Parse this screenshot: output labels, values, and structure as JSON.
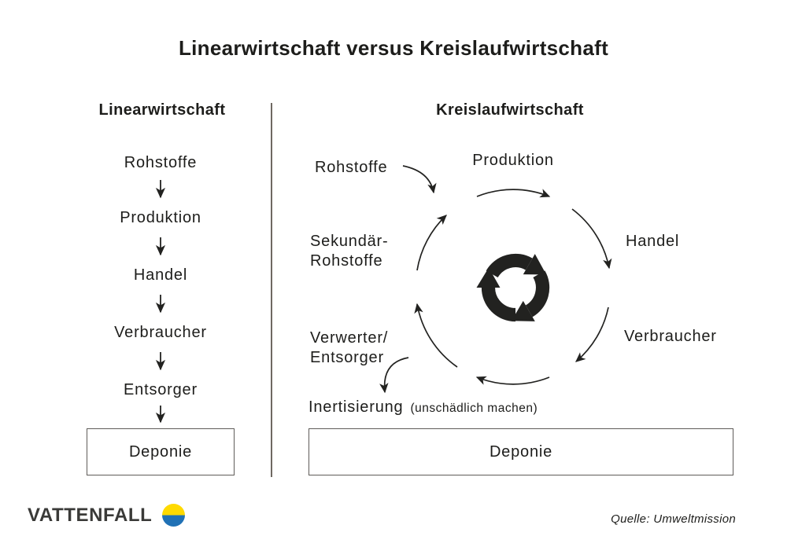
{
  "title": "Linearwirtschaft versus Kreislaufwirtschaft",
  "linear": {
    "heading": "Linearwirtschaft",
    "steps": [
      "Rohstoffe",
      "Produktion",
      "Handel",
      "Verbraucher",
      "Entsorger"
    ],
    "step_arrow_icon": "down-arrow-icon",
    "deponie_label": "Deponie"
  },
  "circular": {
    "heading": "Kreislaufwirtschaft",
    "center_icon": "recycle-arrows-icon",
    "labels": {
      "rohstoffe": "Rohstoffe",
      "produktion": "Produktion",
      "handel": "Handel",
      "verbraucher": "Verbraucher",
      "sekundaer_line1": "Sekundär-",
      "sekundaer_line2": "Rohstoffe",
      "verwerter_line1": "Verwerter/",
      "verwerter_line2": "Entsorger",
      "inertisierung": "Inertisierung",
      "inertisierung_note": "(unschädlich machen)"
    },
    "deponie_label": "Deponie"
  },
  "footer": {
    "logo_text": "VATTENFALL",
    "source": "Quelle: Umweltmission"
  },
  "colors": {
    "text": "#1d1d1b",
    "line": "#222220",
    "divider": "#6f6862",
    "box_border": "#5f5c59",
    "logo_text_color": "#3a3a38",
    "logo_yellow": "#ffda00",
    "logo_blue": "#2071b5"
  }
}
